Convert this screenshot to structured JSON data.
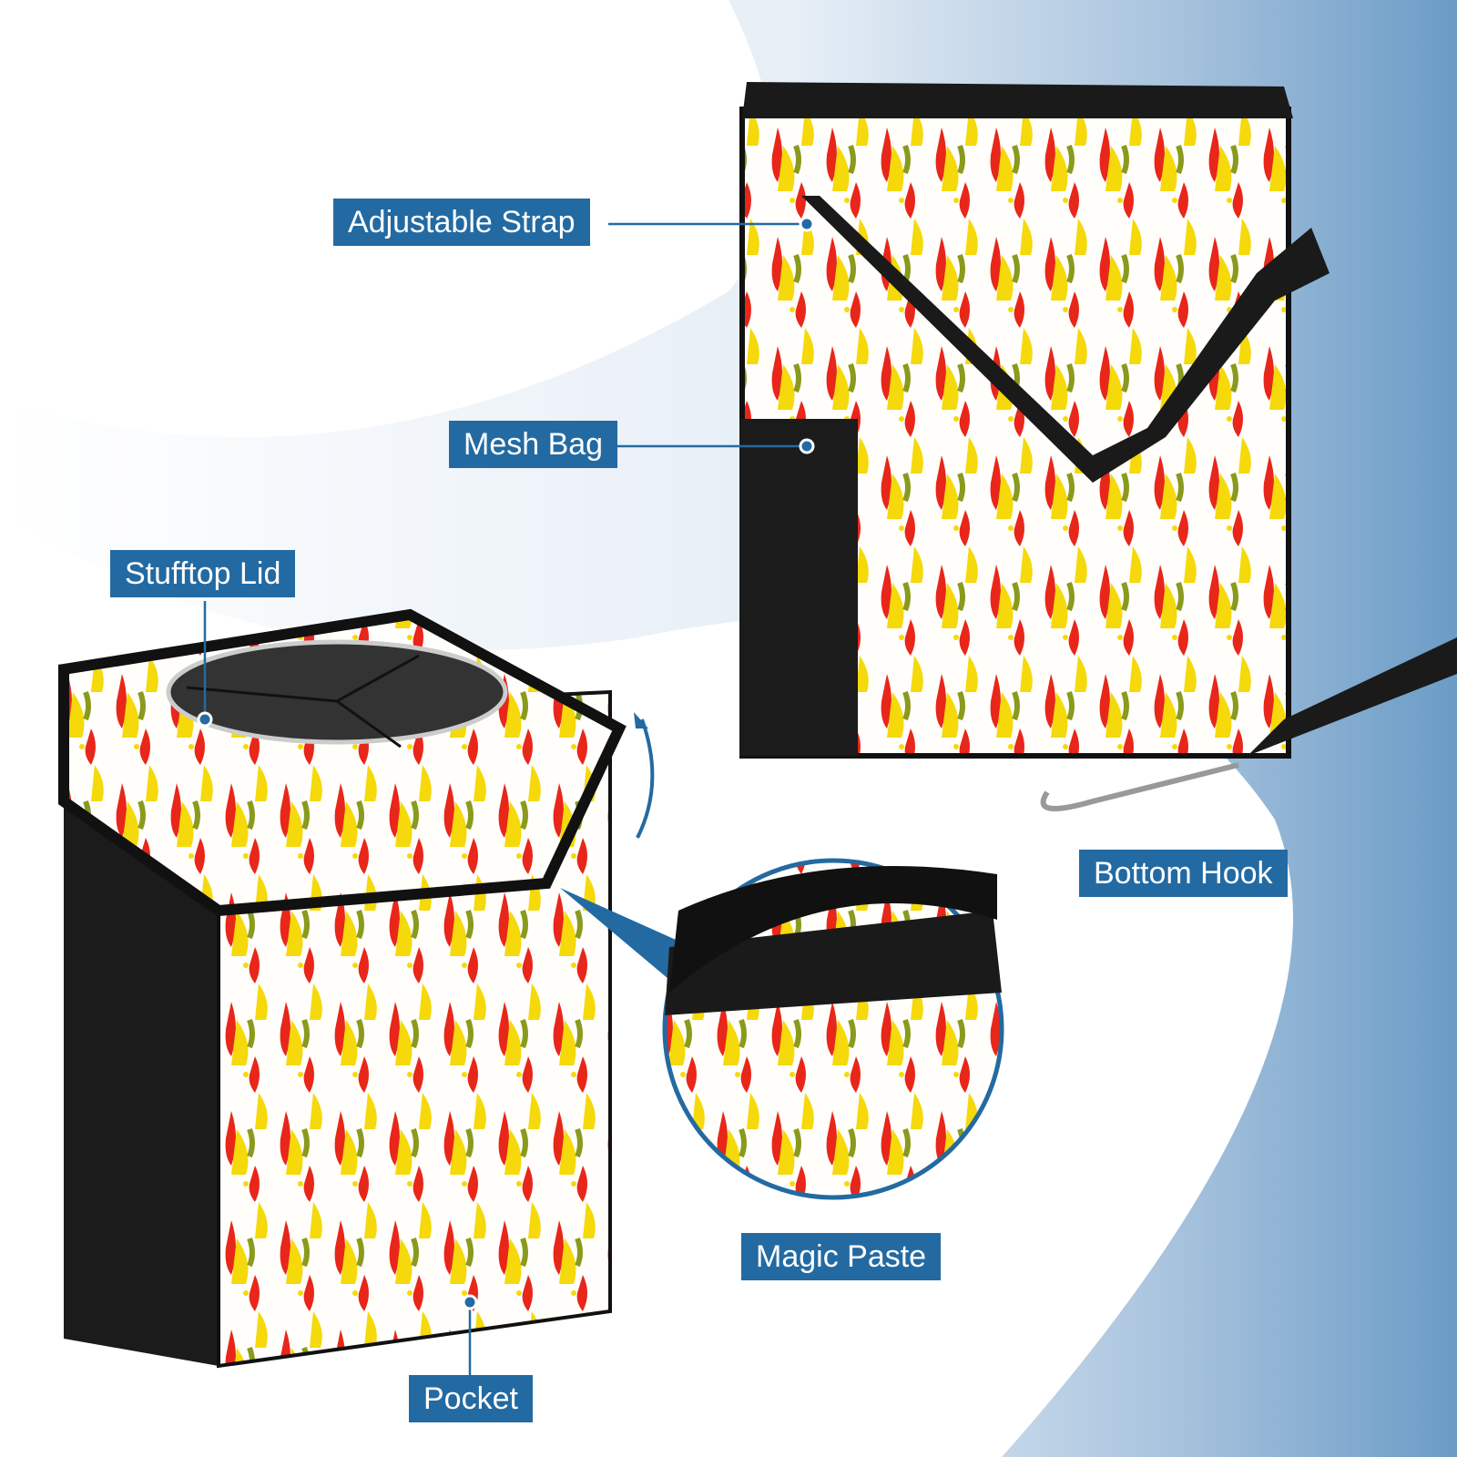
{
  "labels": {
    "adjustable_strap": "Adjustable Strap",
    "mesh_bag": "Mesh Bag",
    "stufftop_lid": "Stufftop Lid",
    "bottom_hook": "Bottom Hook",
    "magic_paste": "Magic Paste",
    "pocket": "Pocket"
  },
  "colors": {
    "label_bg": "#236aa2",
    "accent_red": "#e8261a",
    "accent_yellow": "#f5d90a"
  }
}
